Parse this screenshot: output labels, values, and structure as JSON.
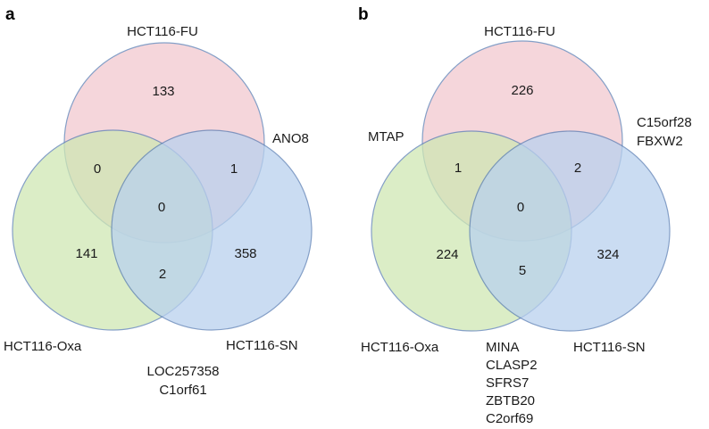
{
  "colors": {
    "fu_fill": "#f2c9cf",
    "oxa_fill": "#cfe7b4",
    "sn_fill": "#b9d1ee",
    "fu_stroke": "#5b7fb5",
    "oxa_stroke": "#5b7fb5",
    "sn_stroke": "#5b7fb5"
  },
  "panels": [
    {
      "id": "a",
      "letter": "a",
      "sets": {
        "fu": "HCT116-FU",
        "oxa": "HCT116-Oxa",
        "sn": "HCT116-SN"
      },
      "counts": {
        "fu_only": "133",
        "oxa_only": "141",
        "sn_only": "358",
        "fu_oxa": "0",
        "fu_sn": "1",
        "oxa_sn": "2",
        "all": "0"
      },
      "annotations": {
        "fu_sn": [
          "ANO8"
        ],
        "oxa_sn": [
          "LOC257358",
          "C1orf61"
        ]
      }
    },
    {
      "id": "b",
      "letter": "b",
      "sets": {
        "fu": "HCT116-FU",
        "oxa": "HCT116-Oxa",
        "sn": "HCT116-SN"
      },
      "counts": {
        "fu_only": "226",
        "oxa_only": "224",
        "sn_only": "324",
        "fu_oxa": "1",
        "fu_sn": "2",
        "oxa_sn": "5",
        "all": "0"
      },
      "annotations": {
        "fu_oxa": [
          "MTAP"
        ],
        "fu_sn": [
          "C15orf28",
          "FBXW2"
        ],
        "oxa_sn": [
          "MINA",
          "CLASP2",
          "SFRS7",
          "ZBTB20",
          "C2orf69"
        ]
      }
    }
  ]
}
